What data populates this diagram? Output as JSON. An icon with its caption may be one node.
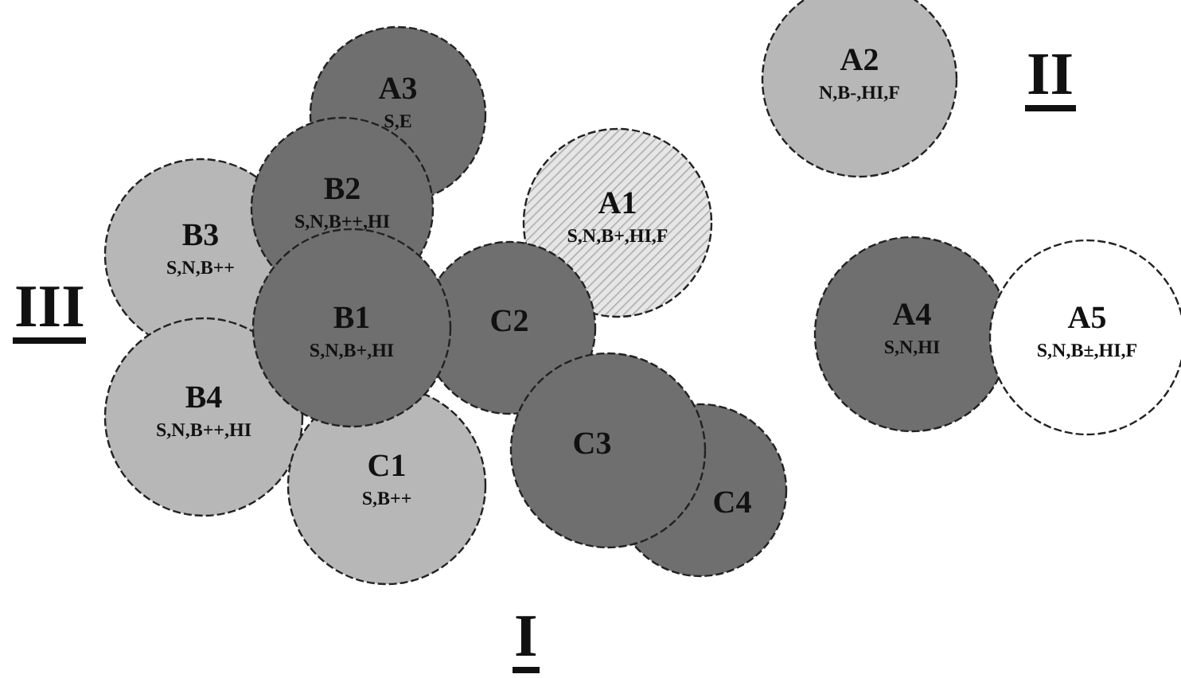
{
  "diagram": {
    "nodes": [
      {
        "text": [
          "A3",
          "S,E"
        ]
      },
      {
        "text": [
          "A2",
          "N,B-,HI,F"
        ]
      },
      {
        "text": [
          "B2",
          "S,N,B++,HI"
        ]
      },
      {
        "text": [
          "A1",
          "S,N,B+,HI,F"
        ]
      },
      {
        "text": [
          "B3",
          "S,N,B++"
        ]
      },
      {
        "text": [
          "B1",
          "S,N,B+,HI"
        ]
      },
      {
        "text": [
          "C2"
        ]
      },
      {
        "text": [
          "A4",
          "S,N,HI"
        ]
      },
      {
        "text": [
          "A5",
          "S,N,B±,HI,F"
        ]
      },
      {
        "text": [
          "B4",
          "S,N,B++,HI"
        ]
      },
      {
        "text": [
          "C3"
        ]
      },
      {
        "text": [
          "C1",
          "S,B++"
        ]
      },
      {
        "text": [
          "C4"
        ]
      }
    ],
    "edges": [],
    "labels": [
      "II",
      "III",
      "I"
    ]
  }
}
